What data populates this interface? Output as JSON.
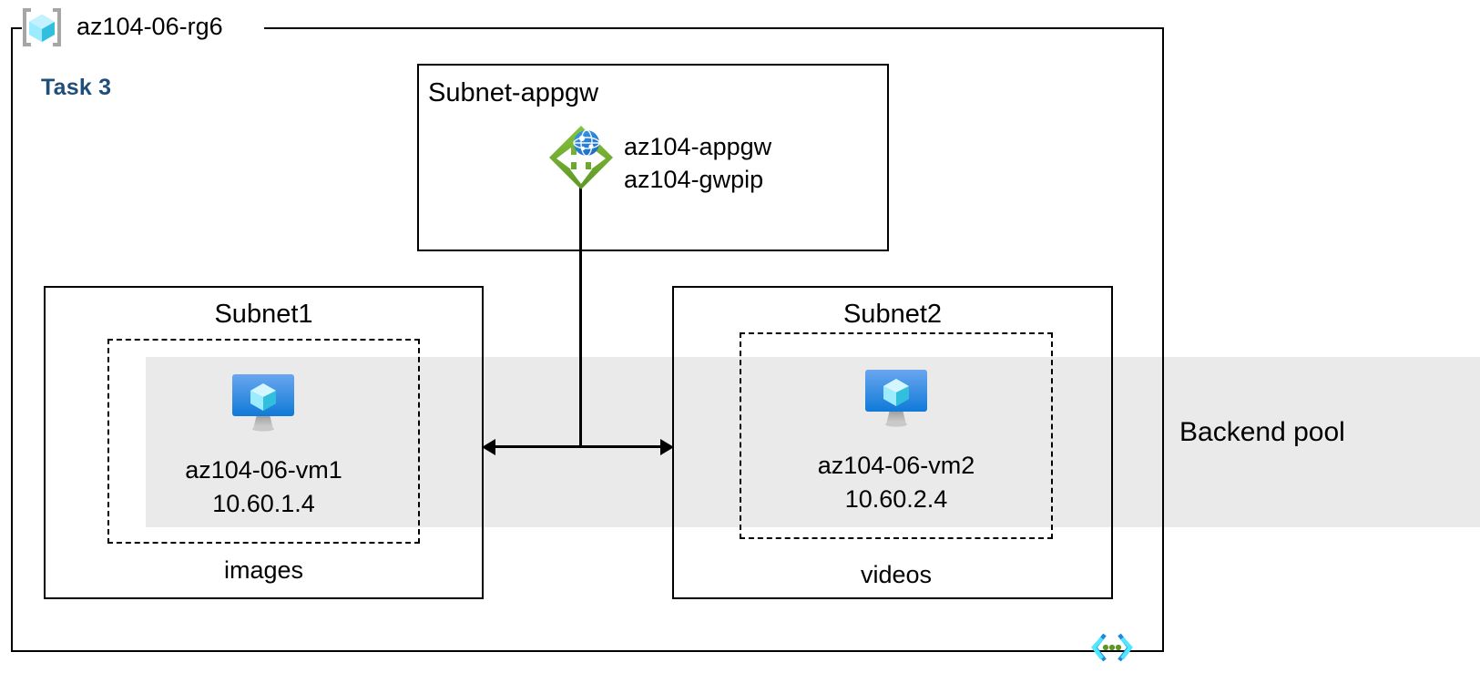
{
  "diagram": {
    "title": "az104-06-rg6",
    "task_label": "Task 3",
    "task_color": "#1f4e79",
    "backend_band_color": "#eaeaea"
  },
  "resource_group": {
    "name": "az104-06-rg6",
    "icon": "resource-group-cube-icon"
  },
  "appgw_subnet": {
    "title": "Subnet-appgw",
    "icon": "application-gateway-icon",
    "resources": [
      "az104-appgw",
      "az104-gwpip"
    ]
  },
  "subnets": [
    {
      "title": "Subnet1",
      "vm_icon": "virtual-machine-icon",
      "vm_name": "az104-06-vm1",
      "vm_ip": "10.60.1.4",
      "storage_label": "images"
    },
    {
      "title": "Subnet2",
      "vm_icon": "virtual-machine-icon",
      "vm_name": "az104-06-vm2",
      "vm_ip": "10.60.2.4",
      "storage_label": "videos"
    }
  ],
  "backend_pool": {
    "label": "Backend pool"
  },
  "vnet": {
    "icon": "virtual-network-icon"
  }
}
